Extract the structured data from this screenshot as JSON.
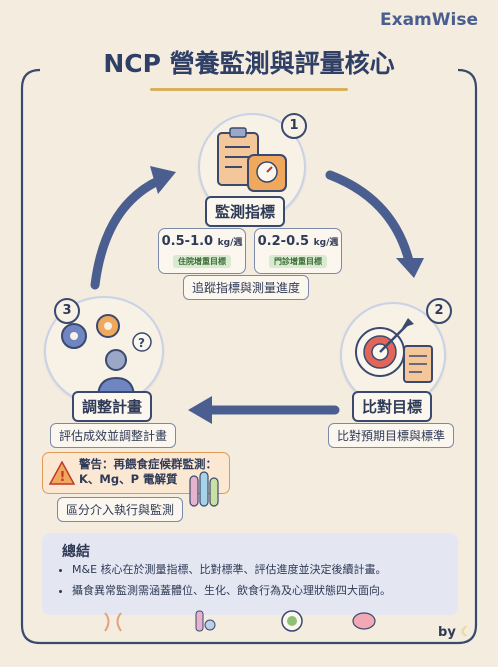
{
  "brand": "ExamWise",
  "title": "NCP 營養監測與評量核心",
  "steps": [
    {
      "number": "1",
      "label": "監測指標",
      "sub": "追蹤指標與測量進度"
    },
    {
      "number": "2",
      "label": "比對目標",
      "sub": "比對預期目標與標準"
    },
    {
      "number": "3",
      "label": "調整計畫",
      "sub": "評估成效並調整計畫"
    }
  ],
  "metrics": [
    {
      "value": "0.5-1.0",
      "unit": "kg/週",
      "tag": "住院增重目標"
    },
    {
      "value": "0.2-0.5",
      "unit": "kg/週",
      "tag": "門診增重目標"
    }
  ],
  "warning": {
    "line1": "警告：再餵食症候群監測：",
    "line2": "K、Mg、P 電解質"
  },
  "intervention_note": "區分介入執行與監測",
  "summary": {
    "title": "總結",
    "points": [
      "M&E 核心在於測量指標、比對標準、評估進度並決定後續計畫。",
      "攝食異常監測需涵蓋體位、生化、飲食行為及心理狀態四大面向。"
    ]
  },
  "byline": "by",
  "colors": {
    "accent": "#4a5f8f",
    "arrow": "#4a5f8f",
    "gold": "#d9b15c",
    "background": "#f4ecdf"
  }
}
